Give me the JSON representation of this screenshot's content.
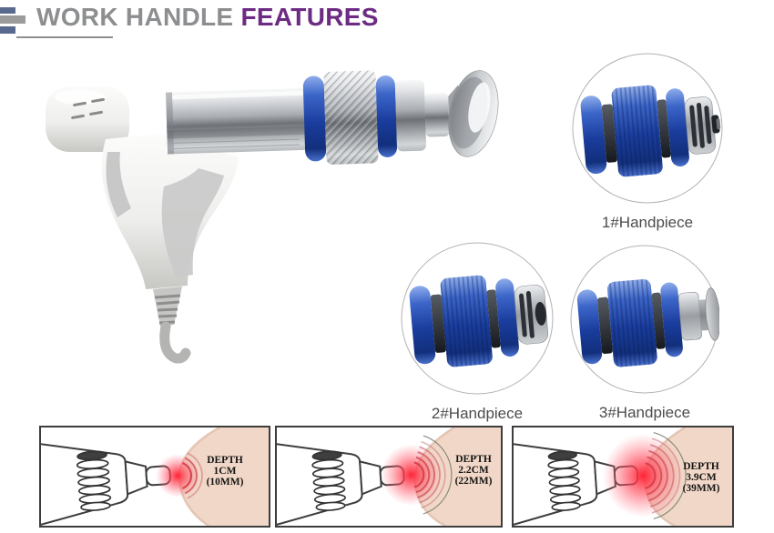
{
  "header": {
    "icon": "stacked-bars-icon",
    "title_primary": "WORK HANDLE",
    "title_accent": "FEATURES"
  },
  "colors": {
    "title-gray": "#8d8e90",
    "accent-purple": "#6d2b83",
    "handpiece-blue": "#2b55b8",
    "glow-red": "#e81f31",
    "skin": "#f1d7c7"
  },
  "handpieces": [
    {
      "label": "1#Handpiece"
    },
    {
      "label": "2#Handpiece"
    },
    {
      "label": "3#Handpiece"
    }
  ],
  "depth_panels": [
    {
      "depth_label": "DEPTH",
      "cm": "1CM",
      "mm": "(10MM)"
    },
    {
      "depth_label": "DEPTH",
      "cm": "2.2CM",
      "mm": "(22MM)"
    },
    {
      "depth_label": "DEPTH",
      "cm": "3.9CM",
      "mm": "(39MM)"
    }
  ]
}
